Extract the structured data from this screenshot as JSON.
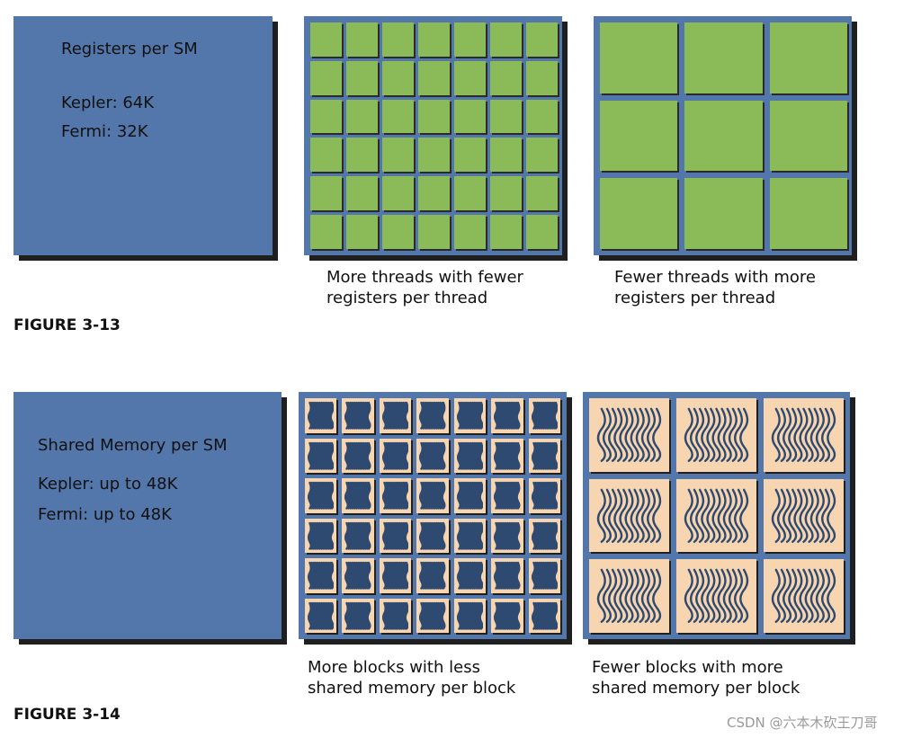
{
  "colors": {
    "panel_blue": "#5377ab",
    "green_cell": "#8bba58",
    "peach_cell": "#f6d5b0",
    "navy_wave": "#2e4a70",
    "shadow": "#1f1f1f"
  },
  "figure_13": {
    "label": "FIGURE 3-13",
    "panel": {
      "title": "Registers per SM",
      "lines": [
        "Kepler: 64K",
        "Fermi: 32K"
      ]
    },
    "many": {
      "caption_lines": [
        "More threads with fewer",
        "registers per thread"
      ],
      "grid": {
        "rows": 6,
        "cols": 7
      }
    },
    "few": {
      "caption_lines": [
        "Fewer threads with more",
        "registers per thread"
      ],
      "grid": {
        "rows": 3,
        "cols": 3
      }
    }
  },
  "figure_14": {
    "label": "FIGURE 3-14",
    "panel": {
      "title": "Shared Memory per SM",
      "lines": [
        "Kepler: up to 48K",
        "Fermi: up to 48K"
      ]
    },
    "many": {
      "caption_lines": [
        "More blocks with less",
        "shared memory per block"
      ],
      "grid": {
        "rows": 6,
        "cols": 7
      }
    },
    "few": {
      "caption_lines": [
        "Fewer blocks with more",
        "shared memory per block"
      ],
      "grid": {
        "rows": 3,
        "cols": 3
      }
    }
  },
  "watermark": "CSDN @六本木砍王刀哥"
}
